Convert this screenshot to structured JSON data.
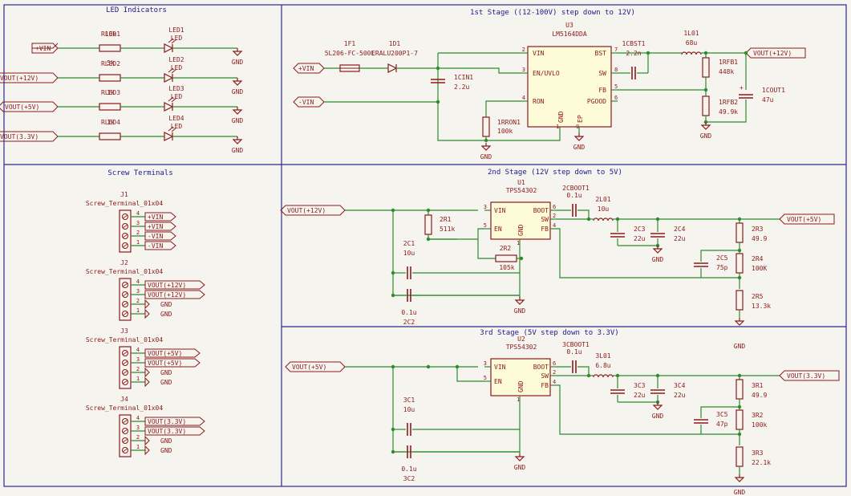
{
  "sections": {
    "led": "LED Indicators",
    "stage1": "1st Stage ((12-100V) step down to 12V)",
    "screw": "Screw Terminals",
    "stage2": "2nd Stage (12V step down to 5V)",
    "stage3": "3rd Stage (5V step down to 3.3V)"
  },
  "led": {
    "nets": [
      "+VIN",
      "VOUT(+12V)",
      "VOUT(+5V)",
      "VOUT(3.3V)"
    ],
    "res_refs": [
      "RLED1",
      "RLED2",
      "RLED3",
      "RLED4"
    ],
    "res_vals": [
      "10k",
      "5k",
      "1k",
      "1k"
    ],
    "led_refs": [
      "LED1",
      "LED2",
      "LED3",
      "LED4"
    ],
    "led_val": "LED",
    "gnd": "GND"
  },
  "stage1": {
    "vin_pos": "+VIN",
    "vin_neg": "-VIN",
    "fuse_ref": "1F1",
    "fuse_val": "5L206-FC-500L",
    "diode_ref": "1D1",
    "diode_val": "ERALU200P1-7",
    "ic_ref": "U3",
    "ic_val": "LM5164DDA",
    "pins_left": [
      "VIN",
      "EN/UVLO",
      "RON"
    ],
    "pins_left_num": [
      "2",
      "3",
      "4"
    ],
    "pins_right": [
      "BST",
      "SW",
      "FB",
      "PGOOD"
    ],
    "pins_right_num": [
      "7",
      "8",
      "5",
      "6"
    ],
    "pin_gnd": "GND",
    "pin_ep": "EP",
    "pin_gnd_num": "1",
    "pin_ep_num": "9",
    "cin_ref": "1CIN1",
    "cin_val": "2.2u",
    "rron_ref": "1RRON1",
    "rron_val": "100k",
    "cbst_ref": "1CBST1",
    "cbst_val": "2.2n",
    "l_ref": "1L01",
    "l_val": "68u",
    "rfb1_ref": "1RFB1",
    "rfb1_val": "448k",
    "rfb2_ref": "1RFB2",
    "rfb2_val": "49.9k",
    "cout_ref": "1COUT1",
    "cout_val": "47u",
    "vout": "VOUT(+12V)",
    "gnd": "GND"
  },
  "screw": {
    "terminals": [
      {
        "ref": "J1",
        "val": "Screw_Terminal_01x04",
        "labels": [
          "+VIN",
          "+VIN",
          "-VIN",
          "-VIN"
        ]
      },
      {
        "ref": "J2",
        "val": "Screw_Terminal_01x04",
        "labels": [
          "VOUT(+12V)",
          "VOUT(+12V)",
          "GND",
          "GND"
        ]
      },
      {
        "ref": "J3",
        "val": "Screw_Terminal_01x04",
        "labels": [
          "VOUT(+5V)",
          "VOUT(+5V)",
          "GND",
          "GND"
        ]
      },
      {
        "ref": "J4",
        "val": "Screw_Terminal_01x04",
        "labels": [
          "VOUT(3.3V)",
          "VOUT(3.3V)",
          "GND",
          "GND"
        ]
      }
    ],
    "pin_nums": [
      "4",
      "3",
      "2",
      "1"
    ]
  },
  "stage2": {
    "vin": "VOUT(+12V)",
    "vout": "VOUT(+5V)",
    "ic_ref": "U1",
    "ic_val": "TPS54302",
    "pins_left": [
      "VIN",
      "EN"
    ],
    "pins_left_num": [
      "3",
      "5"
    ],
    "pins_right": [
      "BOOT",
      "SW",
      "FB"
    ],
    "pins_right_num": [
      "6",
      "2",
      "4"
    ],
    "pin_gnd": "GND",
    "pin_gnd_num": "1",
    "r1_ref": "2R1",
    "r1_val": "511k",
    "r2_ref": "2R2",
    "r2_val": "105k",
    "c1_ref": "2C1",
    "c1_val": "10u",
    "c2_ref": "2C2",
    "c2_val": "0.1u",
    "cboot_ref": "2CBOOT1",
    "cboot_val": "0.1u",
    "l_ref": "2L01",
    "l_val": "10u",
    "c3_ref": "2C3",
    "c3_val": "22u",
    "c4_ref": "2C4",
    "c4_val": "22u",
    "c5_ref": "2C5",
    "c5_val": "75p",
    "r3_ref": "2R3",
    "r3_val": "49.9",
    "r4_ref": "2R4",
    "r4_val": "100K",
    "r5_ref": "2R5",
    "r5_val": "13.3k",
    "gnd": "GND"
  },
  "stage3": {
    "vin": "VOUT(+5V)",
    "vout": "VOUT(3.3V)",
    "ic_ref": "U2",
    "ic_val": "TPS54302",
    "pins_left": [
      "VIN",
      "EN"
    ],
    "pins_left_num": [
      "3",
      "5"
    ],
    "pins_right": [
      "BOOT",
      "SW",
      "FB"
    ],
    "pins_right_num": [
      "6",
      "2",
      "4"
    ],
    "pin_gnd": "GND",
    "pin_gnd_num": "1",
    "c1_ref": "3C1",
    "c1_val": "10u",
    "c2_ref": "3C2",
    "c2_val": "0.1u",
    "cboot_ref": "3CBOOT1",
    "cboot_val": "0.1u",
    "l_ref": "3L01",
    "l_val": "6.8u",
    "c3_ref": "3C3",
    "c3_val": "22u",
    "c4_ref": "3C4",
    "c4_val": "22u",
    "c5_ref": "3C5",
    "c5_val": "47p",
    "r1_ref": "3R1",
    "r1_val": "49.9",
    "r2_ref": "3R2",
    "r2_val": "100k",
    "r3_ref": "3R3",
    "r3_val": "22.1k",
    "gnd": "GND"
  },
  "colors": {
    "background": "#f5f4ef",
    "wire": "#2e8b2e",
    "component": "#8b1a1a",
    "title_text": "#1a1a8c",
    "label_text": "#8b1a1a",
    "pin_text": "#8b1a1a",
    "frame": "#2b2b8c",
    "junction": "#2e8b2e",
    "ic_fill": "#fdfbd8"
  }
}
